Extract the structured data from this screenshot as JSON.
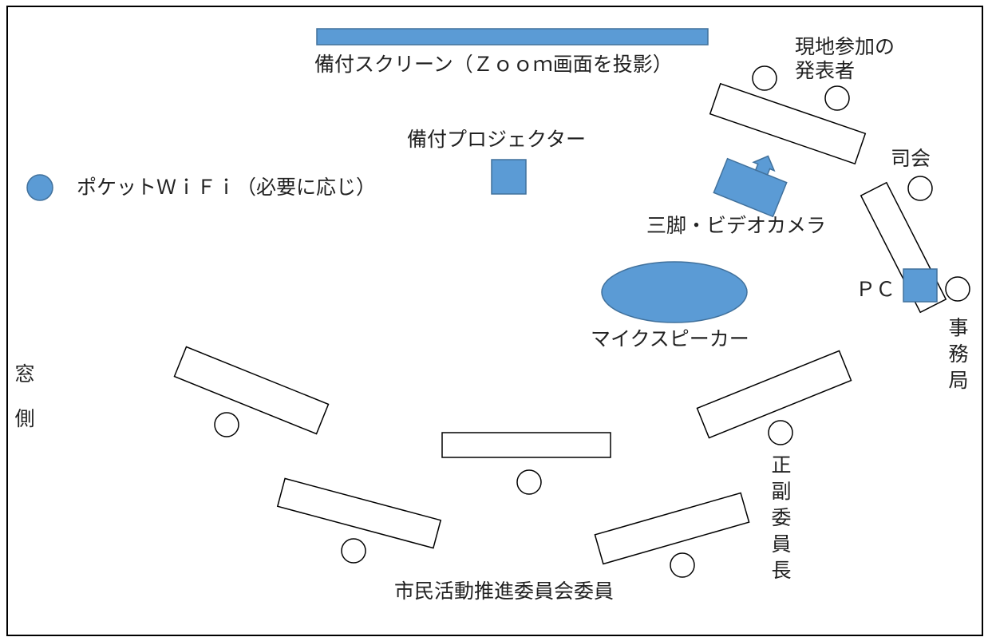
{
  "labels": {
    "screen": "備付スクリーン（Ｚｏｏｍ画面を投影）",
    "presenter": "現地参加の\n発表者",
    "projector": "備付プロジェクター",
    "wifi": "ポケットＷｉＦｉ（必要に応じ）",
    "camera": "三脚・ビデオカメラ",
    "host": "司会",
    "pc": "ＰＣ",
    "mic": "マイクスピーカー",
    "window_side": "窓側",
    "secretariat": "事務局",
    "chair": "正副委員長",
    "members": "市民活動推進委員会委員"
  },
  "colors": {
    "equipment_fill": "#5b9bd5",
    "equipment_stroke": "#41719c",
    "outline": "#000000"
  }
}
